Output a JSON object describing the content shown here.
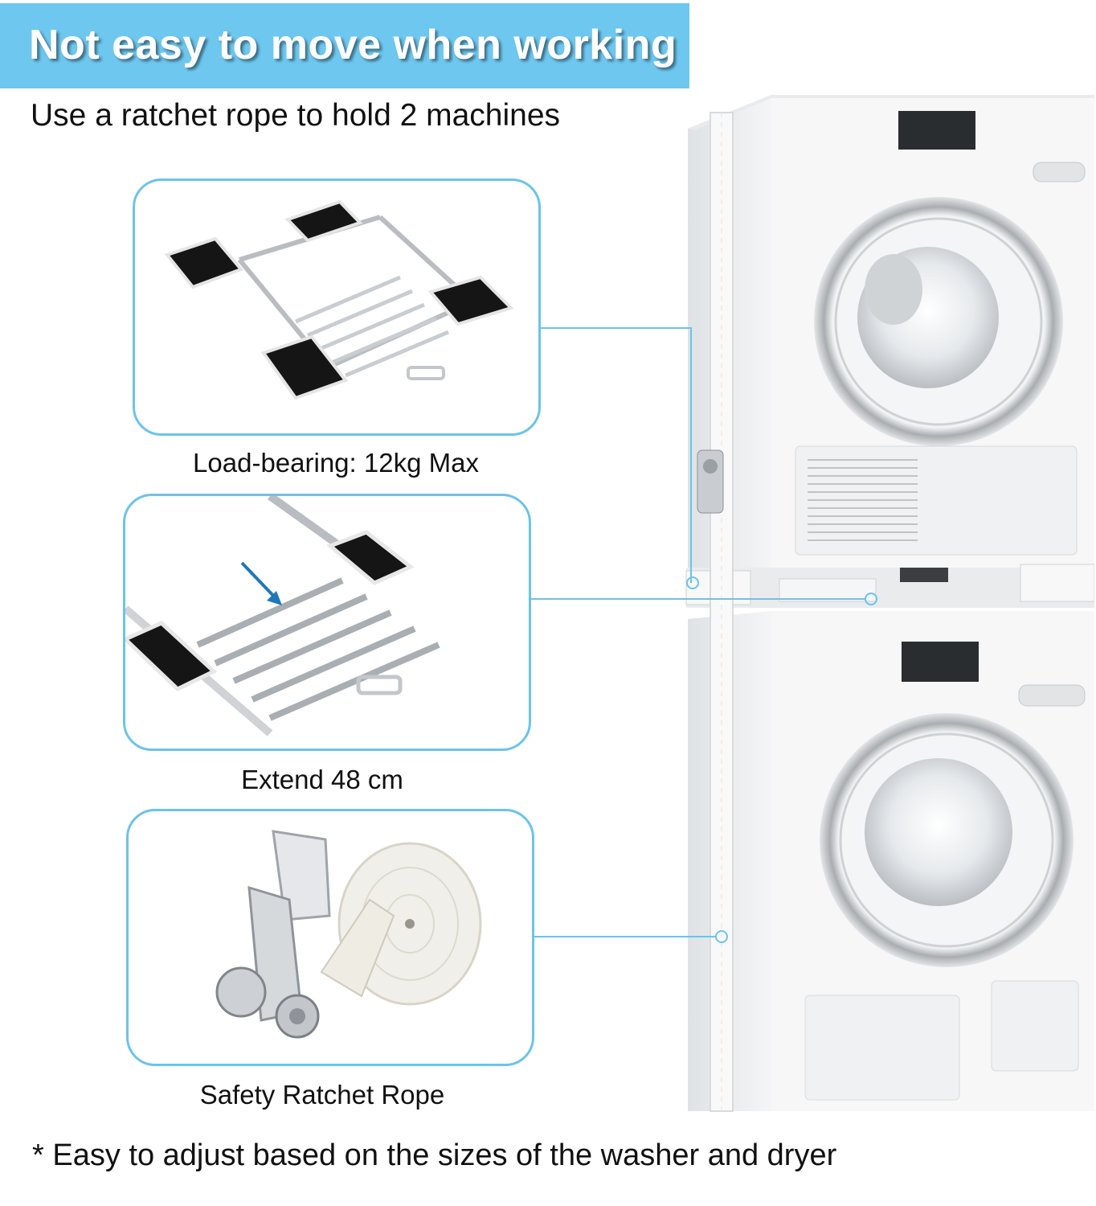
{
  "header": {
    "title": "Not easy to move when working"
  },
  "subtitle": "Use a ratchet rope to hold 2 machines",
  "features": [
    {
      "caption": "Load-bearing: 12kg Max",
      "image": "rack-frame-photo"
    },
    {
      "caption": "Extend 48 cm",
      "image": "sliding-shelf-photo"
    },
    {
      "caption": "Safety Ratchet Rope",
      "image": "ratchet-strap-photo"
    }
  ],
  "footnote": "* Easy to adjust based on the sizes of the washer and dryer",
  "colors": {
    "banner": "#6ec7ef",
    "card_border": "#6cc3ea",
    "arrow": "#1f78b8"
  }
}
